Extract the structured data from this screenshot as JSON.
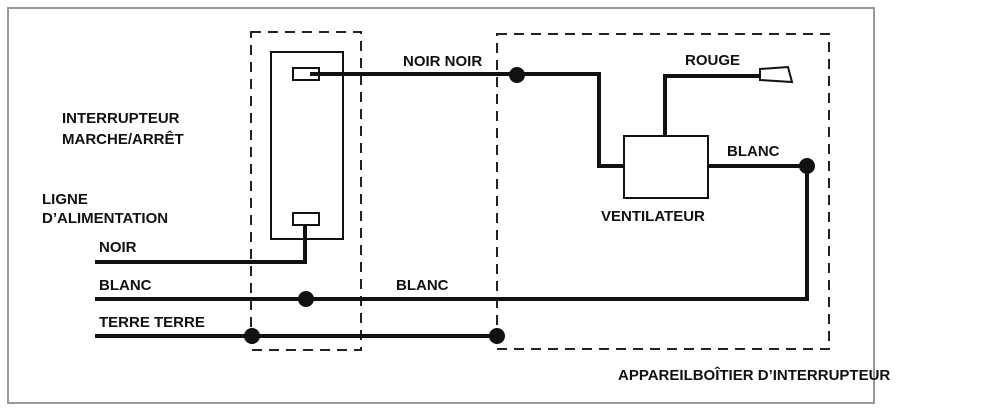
{
  "labels": {
    "switch_line1": "INTERRUPTEUR",
    "switch_line2": "MARCHE/ARRÊT",
    "supply_line1": "LIGNE",
    "supply_line2": "D’ALIMENTATION",
    "noir_supply": "NOIR",
    "blanc_supply": "BLANC",
    "terre_supply": "TERRE TERRE",
    "noir_noir": "NOIR NOIR",
    "rouge": "ROUGE",
    "blanc_fan": "BLANC",
    "ventilateur": "VENTILATEUR",
    "blanc_middle": "BLANC",
    "appareil_boitier": "APPAREILBOÎTIER D’INTERRUPTEUR"
  },
  "colors": {
    "ink": "#111111",
    "frame": "#9a9a9a",
    "background": "#ffffff"
  }
}
